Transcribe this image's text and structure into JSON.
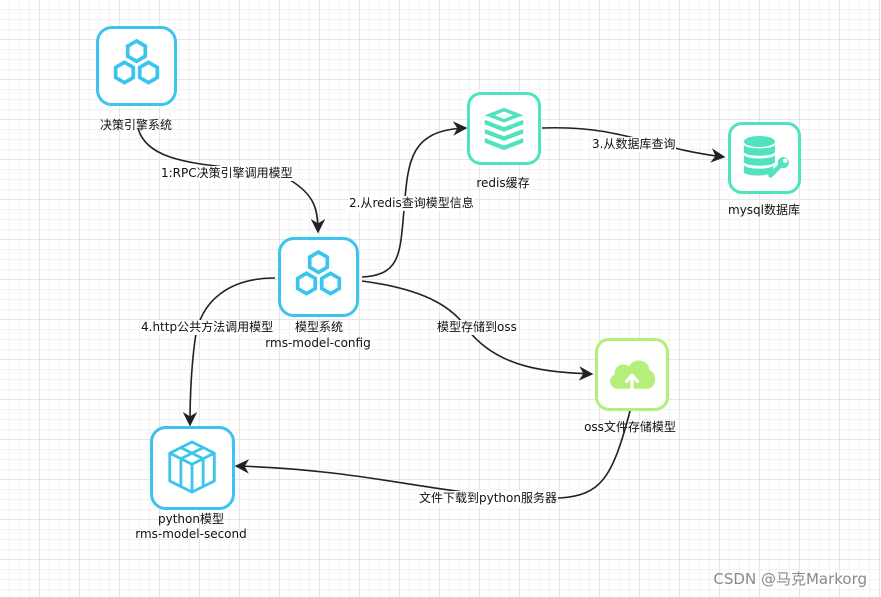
{
  "nodes": {
    "decision_engine": {
      "label": "决策引擎系统",
      "icon": "hexagon-cluster-icon",
      "color": "#3bc4ec"
    },
    "model_system": {
      "label": "模型系统",
      "sublabel": "rms-model-config",
      "icon": "hexagon-cluster-icon",
      "color": "#3bc4ec"
    },
    "redis_cache": {
      "label": "redis缓存",
      "icon": "redis-stack-icon",
      "color": "#4fe3bf"
    },
    "mysql_db": {
      "label": "mysql数据库",
      "icon": "database-wrench-icon",
      "color": "#4fe3bf"
    },
    "oss_storage": {
      "label": "oss文件存储模型",
      "icon": "cloud-upload-icon",
      "color": "#b3ef7a"
    },
    "python_model": {
      "label": "python模型",
      "sublabel": "rms-model-second",
      "icon": "3d-box-icon",
      "color": "#3bc4ec"
    }
  },
  "edges": [
    {
      "id": "rpc",
      "label": "1:RPC决策引擎调用模型"
    },
    {
      "id": "redis_query",
      "label": "2.从redis查询模型信息"
    },
    {
      "id": "db_query",
      "label": "3.从数据库查询"
    },
    {
      "id": "http_call",
      "label": "4.http公共方法调用模型"
    },
    {
      "id": "oss_store",
      "label": "模型存储到oss"
    },
    {
      "id": "download",
      "label": "文件下载到python服务器"
    }
  ],
  "watermark": "CSDN @马克Markorg"
}
